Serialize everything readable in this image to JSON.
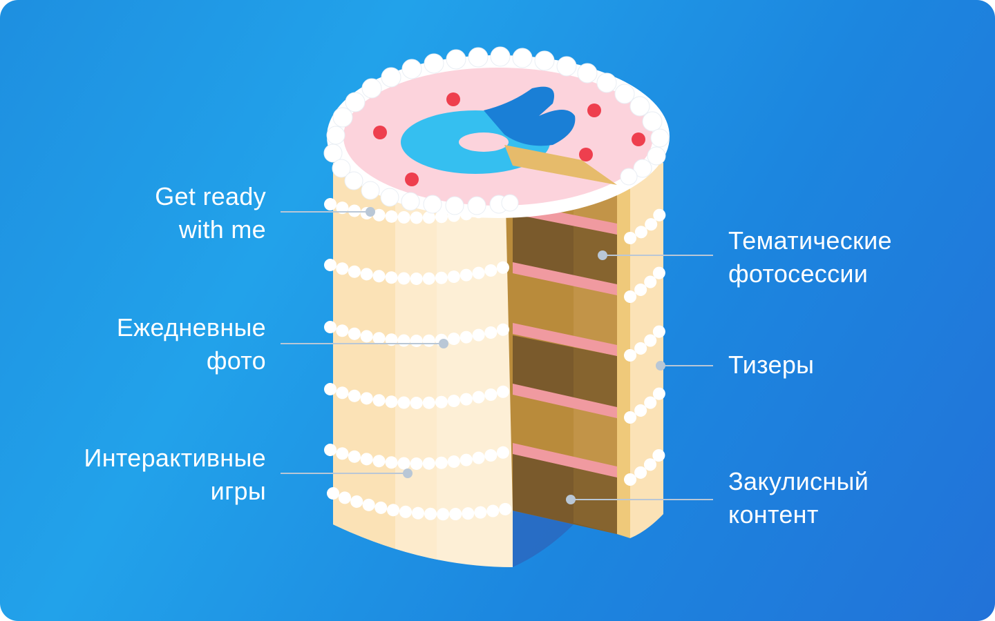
{
  "labels": {
    "get_ready": {
      "line1": "Get ready",
      "line2": "with me"
    },
    "daily_photo": {
      "line1": "Ежедневные",
      "line2": "фото"
    },
    "interactive_games": {
      "line1": "Интерактивные",
      "line2": "игры"
    },
    "themed_photoshoots": {
      "line1": "Тематические",
      "line2": "фотосессии"
    },
    "teasers": {
      "line1": "Тизеры"
    },
    "behind_scenes": {
      "line1": "Закулисный",
      "line2": "контент"
    }
  },
  "colors": {
    "background_start": "#1e8fe0",
    "background_end": "#2272d8",
    "cream_light": "#fdefd6",
    "cream_mid": "#fbe2b6",
    "frosting": "#ffffff",
    "top_icing": "#fcd3dc",
    "sprinkle": "#ee3f4e",
    "logo_light_blue": "#35bff0",
    "logo_dark_blue": "#1a7fd6",
    "sponge_light": "#b98b3b",
    "sponge_dark": "#7a5a2c",
    "jam_stripe": "#f09aa0",
    "leader_line": "#b9c7d6"
  }
}
